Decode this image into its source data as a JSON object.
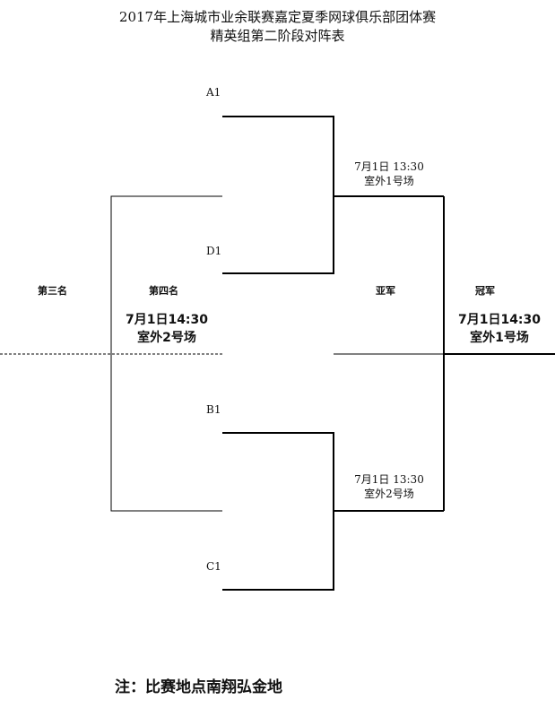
{
  "header": {
    "title_line1": "2017年上海城市业余联赛嘉定夏季网球俱乐部团体赛",
    "title_line2": "精英组第二阶段对阵表"
  },
  "bracket": {
    "seeds": [
      "A1",
      "D1",
      "B1",
      "C1"
    ],
    "semi_top": {
      "time": "7月1日 13:30",
      "venue": "室外1号场"
    },
    "semi_bottom": {
      "time": "7月1日 13:30",
      "venue": "室外2号场"
    },
    "third_place_label": "第三名",
    "fourth_place_label": "第四名",
    "third_match": {
      "time": "7月1日14:30",
      "venue": "室外2号场"
    },
    "runner_up_label": "亚军",
    "champion_label": "冠军",
    "final_match": {
      "time": "7月1日14:30",
      "venue": "室外1号场"
    }
  },
  "footer": {
    "note": "注：比赛地点南翔弘金地"
  }
}
